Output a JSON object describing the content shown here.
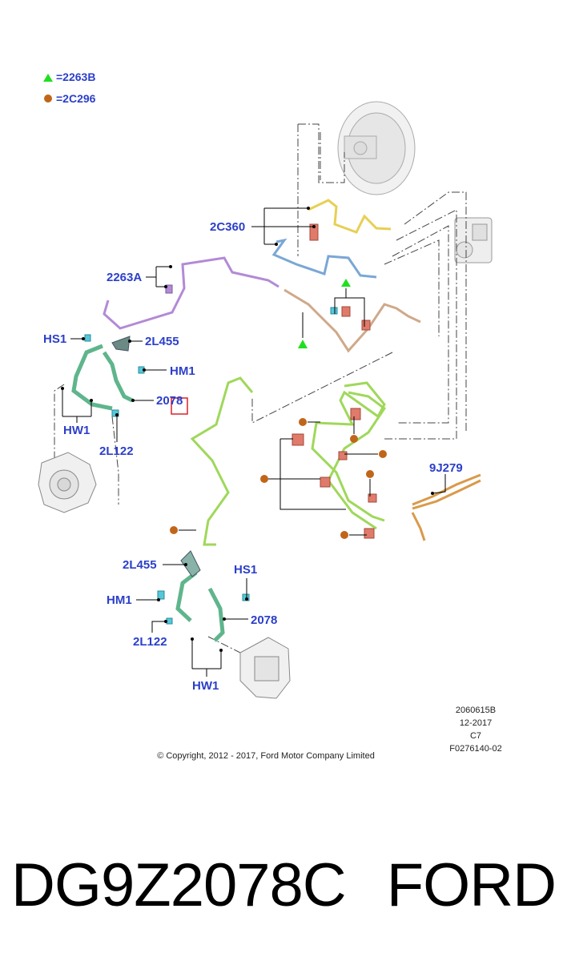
{
  "legend": {
    "green_triangle": {
      "symbol": "▲",
      "equals": "=",
      "code": "2263B",
      "color": "#1fe01f"
    },
    "brown_dot": {
      "symbol": "●",
      "equals": "=",
      "code": "2C296",
      "color": "#c0661a"
    }
  },
  "labels": {
    "c2c360": "2C360",
    "c2263a": "2263A",
    "hs1_top": "HS1",
    "c2l455_top": "2L455",
    "hm1_top": "HM1",
    "c2078_top": "2078",
    "hw1_top": "HW1",
    "c2l122_top": "2L122",
    "c9j279": "9J279",
    "c2l455_bottom": "2L455",
    "hs1_bottom": "HS1",
    "hm1_bottom": "HM1",
    "c2078_bottom": "2078",
    "c2l122_bottom": "2L122",
    "hw1_bottom": "HW1"
  },
  "meta": {
    "line1": "2060615B",
    "line2": "12-2017",
    "line3": "C7",
    "line4": "F0276140-02",
    "copyright": "© Copyright, 2012 - 2017, Ford Motor Company Limited"
  },
  "caption": {
    "part_number": "DG9Z2078C",
    "brand": "FORD"
  },
  "colors": {
    "label_blue": "#2b3fc9",
    "line_yellow": "#e8cf55",
    "line_blue": "#7aa7d6",
    "line_purple": "#b38ad6",
    "line_tan": "#cfa98a",
    "line_lime": "#9fd85a",
    "line_teal": "#5fb58c",
    "line_orange": "#d99a4a",
    "clip_pink": "#e07a6a",
    "highlight_red": "#d9232a"
  }
}
